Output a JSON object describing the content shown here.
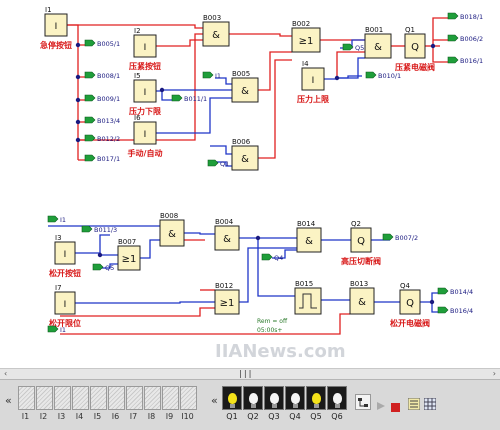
{
  "diagram": {
    "blocks": [
      {
        "id": "I1",
        "label": "I1",
        "sub": "急停按钮"
      },
      {
        "id": "I2",
        "label": "I2",
        "sub": "压紧按钮"
      },
      {
        "id": "I5",
        "label": "I5",
        "sub": "压力下限"
      },
      {
        "id": "I6",
        "label": "I6",
        "sub": "手动/自动"
      },
      {
        "id": "I4",
        "label": "I4",
        "sub": "压力上限"
      },
      {
        "id": "B003",
        "label": "B003",
        "sym": "&"
      },
      {
        "id": "B005",
        "label": "B005",
        "sym": "&"
      },
      {
        "id": "B006",
        "label": "B006",
        "sym": "&"
      },
      {
        "id": "B002",
        "label": "B002",
        "sym": "≥1"
      },
      {
        "id": "B001",
        "label": "B001",
        "sym": "&"
      },
      {
        "id": "Q1",
        "label": "Q1",
        "sym": "Q",
        "sub": "压紧电磁阀"
      },
      {
        "id": "I3",
        "label": "I3",
        "sub": "松开按钮"
      },
      {
        "id": "I7",
        "label": "I7",
        "sub": "松开限位"
      },
      {
        "id": "B007",
        "label": "B007",
        "sym": "≥1"
      },
      {
        "id": "B008",
        "label": "B008",
        "sym": "&"
      },
      {
        "id": "B004",
        "label": "B004",
        "sym": "&"
      },
      {
        "id": "B014",
        "label": "B014",
        "sym": "&"
      },
      {
        "id": "Q2",
        "label": "Q2",
        "sym": "Q",
        "sub": "高压切断阀"
      },
      {
        "id": "B012",
        "label": "B012",
        "sym": "≥1"
      },
      {
        "id": "B015",
        "label": "B015",
        "sym": "",
        "rem": "Rem = off",
        "time": "05:00s+"
      },
      {
        "id": "B013",
        "label": "B013",
        "sym": "&"
      },
      {
        "id": "Q4",
        "label": "Q4",
        "sym": "Q",
        "sub": "松开电磁阀"
      }
    ],
    "connectors": [
      "B005/1",
      "B008/1",
      "B009/1",
      "B013/4",
      "B012/2",
      "B017/1",
      "I1",
      "Q1",
      "B011/1",
      "Q5",
      "B010/1",
      "B018/1",
      "B006/2",
      "B016/1",
      "B011/3",
      "Q5",
      "B007/2",
      "Q4",
      "I1",
      "I1",
      "B014/4",
      "B016/4"
    ],
    "watermark": "IIANews.com",
    "colors": {
      "wire_red": "#e02020",
      "wire_blue": "#1f35c8",
      "block_fill": "#fbf3c4",
      "block_border": "#222222",
      "label_red": "#d81818",
      "connector": "#1f9e3a"
    }
  },
  "status_bar": {
    "left": "‹",
    "grip": "|||",
    "right": "›"
  },
  "inputs_panel": {
    "chevron": "«",
    "labels": [
      "I1",
      "I2",
      "I3",
      "I4",
      "I5",
      "I6",
      "I7",
      "I8",
      "I9",
      "I10"
    ]
  },
  "outputs_panel": {
    "chevron": "«",
    "labels": [
      "Q1",
      "Q2",
      "Q3",
      "Q4",
      "Q5",
      "Q6"
    ],
    "states": [
      true,
      false,
      false,
      false,
      true,
      false
    ]
  },
  "toolbar": {
    "icons": [
      "network-icon",
      "play-icon",
      "stop-icon",
      "list-icon",
      "grid-icon"
    ]
  }
}
